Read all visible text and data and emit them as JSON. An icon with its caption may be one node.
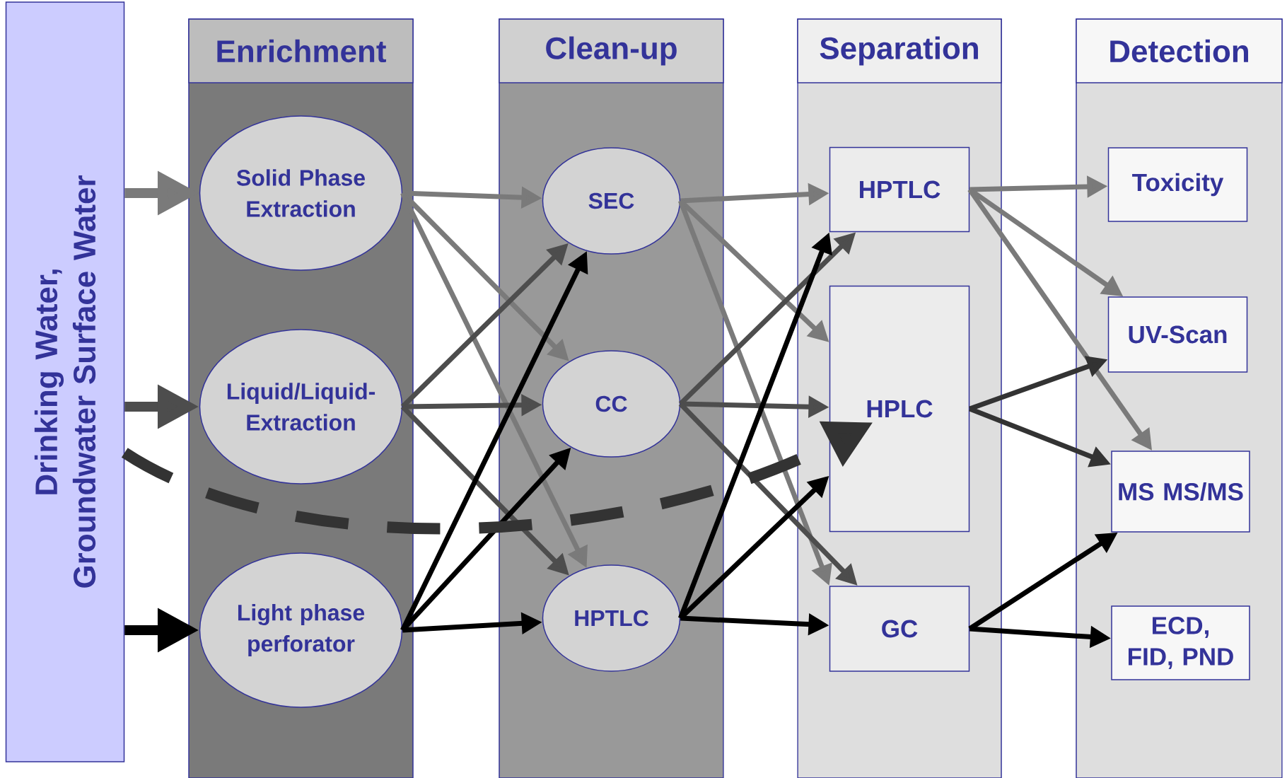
{
  "diagram": {
    "nodes": [
      {
        "text": [
          "Drinking Water, Groundwater Surface Water"
        ]
      },
      {
        "text": [
          "Enrichment"
        ]
      },
      {
        "text": [
          "Solid Phase Extraction"
        ],
        "in": 1
      },
      {
        "text": [
          "Liquid/Liquid-Extraction"
        ],
        "in": 1
      },
      {
        "text": [
          "Light phase perforator"
        ],
        "in": 1
      },
      {
        "text": [
          "Clean-up"
        ]
      },
      {
        "text": [
          "SEC"
        ],
        "in": 5
      },
      {
        "text": [
          "CC"
        ],
        "in": 5
      },
      {
        "text": [
          "HPTLC"
        ],
        "in": 5
      },
      {
        "text": [
          "Separation"
        ]
      },
      {
        "text": [
          "HPTLC"
        ],
        "in": 9
      },
      {
        "text": [
          "HPLC"
        ],
        "in": 9
      },
      {
        "text": [
          "GC"
        ],
        "in": 9
      },
      {
        "text": [
          "Detection"
        ]
      },
      {
        "text": [
          "Toxicity"
        ],
        "in": 13
      },
      {
        "text": [
          "UV-Scan"
        ],
        "in": 13
      },
      {
        "text": [
          "MS MS/MS"
        ],
        "in": 13
      },
      {
        "text": [
          "ECD, FID, PND"
        ],
        "in": 13
      }
    ],
    "edges": [
      {
        "from": 0,
        "to": 2,
        "arrow": "to",
        "style": "thick",
        "color": "#7a7a7a"
      },
      {
        "from": 0,
        "to": 3,
        "arrow": "to",
        "style": "thick",
        "color": "#4d4d4d"
      },
      {
        "from": 0,
        "to": 4,
        "arrow": "to",
        "style": "thick",
        "color": "#000000"
      },
      {
        "from": 2,
        "to": 6,
        "arrow": "to",
        "color": "#7a7a7a"
      },
      {
        "from": 2,
        "to": 7,
        "arrow": "to",
        "color": "#7a7a7a"
      },
      {
        "from": 2,
        "to": 8,
        "arrow": "to",
        "color": "#7a7a7a"
      },
      {
        "from": 3,
        "to": 6,
        "arrow": "to",
        "color": "#4d4d4d"
      },
      {
        "from": 3,
        "to": 7,
        "arrow": "to",
        "color": "#4d4d4d"
      },
      {
        "from": 3,
        "to": 8,
        "arrow": "to",
        "color": "#4d4d4d"
      },
      {
        "from": 4,
        "to": 6,
        "arrow": "to",
        "color": "#000000"
      },
      {
        "from": 4,
        "to": 7,
        "arrow": "to",
        "color": "#000000"
      },
      {
        "from": 4,
        "to": 8,
        "arrow": "to",
        "color": "#000000"
      },
      {
        "from": 6,
        "to": 10,
        "arrow": "to",
        "color": "#7a7a7a"
      },
      {
        "from": 6,
        "to": 11,
        "arrow": "to",
        "color": "#7a7a7a"
      },
      {
        "from": 6,
        "to": 12,
        "arrow": "to",
        "color": "#7a7a7a"
      },
      {
        "from": 7,
        "to": 10,
        "arrow": "to",
        "color": "#4d4d4d"
      },
      {
        "from": 7,
        "to": 11,
        "arrow": "to",
        "color": "#4d4d4d"
      },
      {
        "from": 7,
        "to": 12,
        "arrow": "to",
        "color": "#4d4d4d"
      },
      {
        "from": 8,
        "to": 10,
        "arrow": "to",
        "color": "#000000"
      },
      {
        "from": 8,
        "to": 11,
        "arrow": "to",
        "color": "#000000"
      },
      {
        "from": 8,
        "to": 12,
        "arrow": "to",
        "color": "#000000"
      },
      {
        "from": 10,
        "to": 14,
        "arrow": "to",
        "color": "#7a7a7a"
      },
      {
        "from": 10,
        "to": 15,
        "arrow": "to",
        "color": "#7a7a7a"
      },
      {
        "from": 10,
        "to": 16,
        "arrow": "to",
        "color": "#7a7a7a"
      },
      {
        "from": 11,
        "to": 15,
        "arrow": "to",
        "color": "#333333"
      },
      {
        "from": 11,
        "to": 16,
        "arrow": "to",
        "color": "#333333"
      },
      {
        "from": 12,
        "to": 16,
        "arrow": "to",
        "color": "#000000"
      },
      {
        "from": 12,
        "to": 17,
        "arrow": "to",
        "color": "#000000"
      },
      {
        "from": 0,
        "to": 11,
        "arrow": "to",
        "style": "dashed",
        "color": "#333333"
      }
    ]
  }
}
